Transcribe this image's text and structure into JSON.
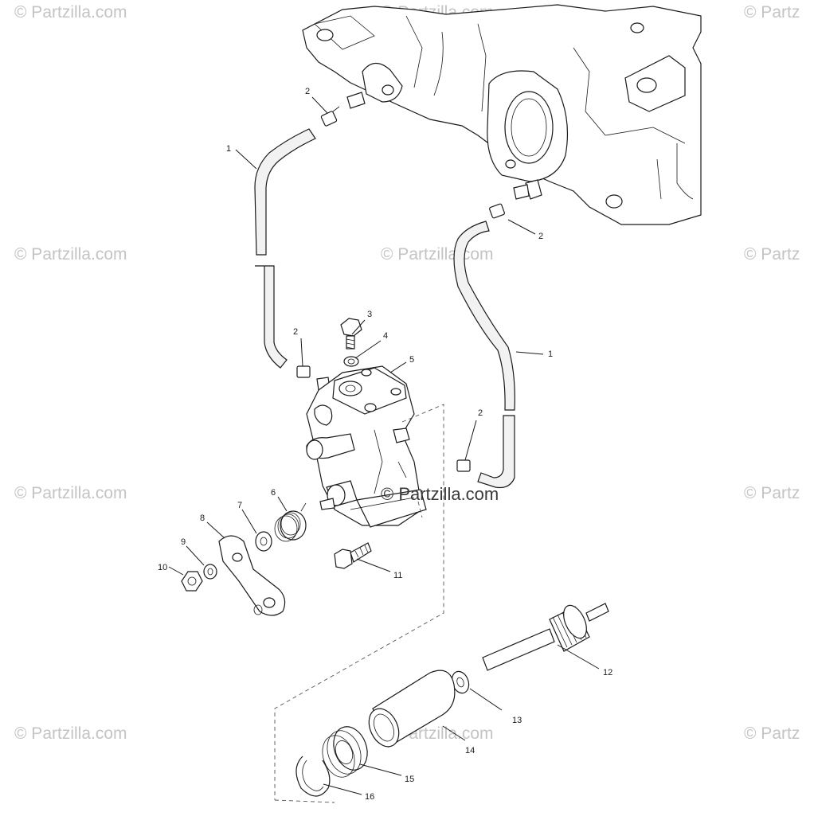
{
  "watermarks": [
    "© Partzilla.com",
    "© Partzilla.com",
    "© Partz",
    "© Partzilla.com",
    "© Partzilla.com",
    "© Partz",
    "© Partzilla.com",
    "© Partz",
    "© Partzilla.com",
    "© Partzilla.com",
    "© Partz"
  ],
  "center_watermark": "© Partzilla.com",
  "callouts": {
    "hose_left": "1",
    "hose_right": "1",
    "clamp_top_left": "2",
    "clamp_top_right": "2",
    "clamp_mid_left": "2",
    "clamp_mid_right": "2",
    "bolt": "3",
    "washer": "4",
    "pump": "5",
    "spring": "6",
    "washer_small": "7",
    "lever": "8",
    "lock_washer": "9",
    "nut": "10",
    "screw": "11",
    "gear_shaft": "12",
    "shaft_washer": "13",
    "sleeve": "14",
    "seal": "15",
    "snap_ring": "16"
  }
}
